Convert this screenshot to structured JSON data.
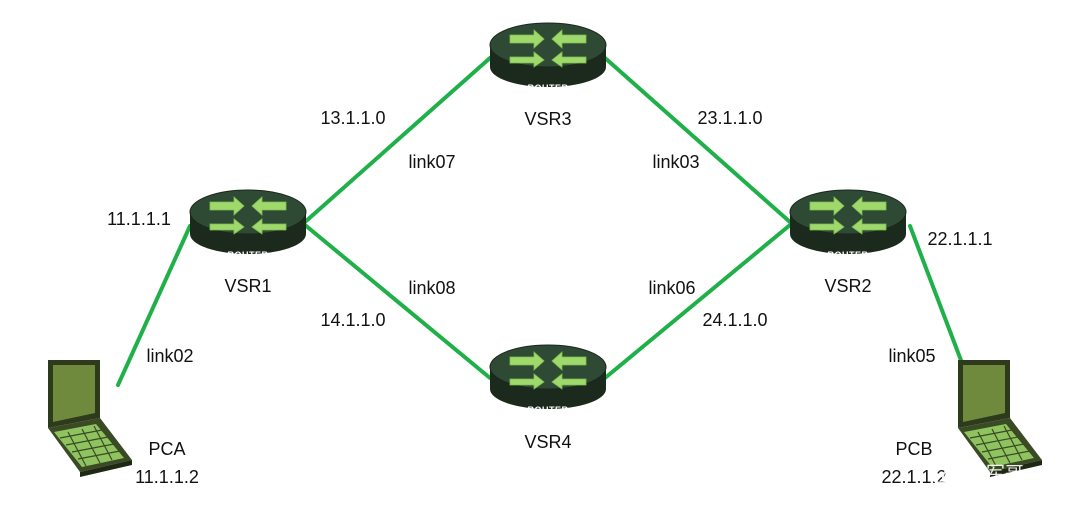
{
  "colors": {
    "link": "#1fb04a",
    "router_top": "#2f4a34",
    "router_side": "#1c2a1e",
    "router_arrow": "#9fd86b",
    "laptop_screen": "#6f8a3c",
    "laptop_keys": "#9fd86b",
    "text": "#111111"
  },
  "routers": {
    "vsr1": {
      "name": "VSR1",
      "badge": "ROUTER",
      "icon": "router-icon"
    },
    "vsr2": {
      "name": "VSR2",
      "badge": "ROUTER",
      "icon": "router-icon"
    },
    "vsr3": {
      "name": "VSR3",
      "badge": "ROUTER",
      "icon": "router-icon"
    },
    "vsr4": {
      "name": "VSR4",
      "badge": "ROUTER",
      "icon": "router-icon"
    }
  },
  "hosts": {
    "pca": {
      "name": "PCA",
      "ip": "11.1.1.2",
      "icon": "laptop-icon"
    },
    "pcb": {
      "name": "PCB",
      "ip": "22.1.1.2",
      "icon": "laptop-icon"
    }
  },
  "links": {
    "link02": {
      "name": "link02",
      "net": "11.1.1.1"
    },
    "link07": {
      "name": "link07",
      "net": "13.1.1.0"
    },
    "link08": {
      "name": "link08",
      "net": "14.1.1.0"
    },
    "link03": {
      "name": "link03",
      "net": "23.1.1.0"
    },
    "link06": {
      "name": "link06",
      "net": "24.1.1.0"
    },
    "link05": {
      "name": "link05",
      "net": "22.1.1.1"
    }
  },
  "watermark": {
    "text": "铁军哥",
    "icon": "wechat-icon"
  }
}
